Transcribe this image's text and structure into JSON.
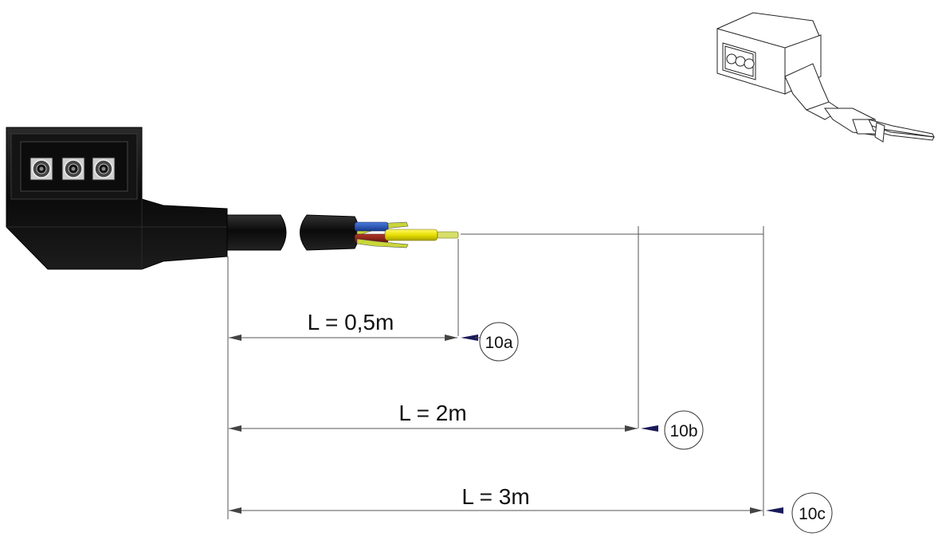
{
  "dimensions": [
    {
      "label": "L = 0,5m",
      "callout": "10a"
    },
    {
      "label": "L = 2m",
      "callout": "10b"
    },
    {
      "label": "L = 3m",
      "callout": "10c"
    }
  ],
  "colors": {
    "housing": "#111111",
    "wire_blue": "#1f4fb0",
    "wire_red": "#8a1b12",
    "wire_yellow": "#e8e000",
    "wire_green_yellow": "#c9d63a",
    "line": "#555555",
    "arrow": "#1a1a5a"
  }
}
